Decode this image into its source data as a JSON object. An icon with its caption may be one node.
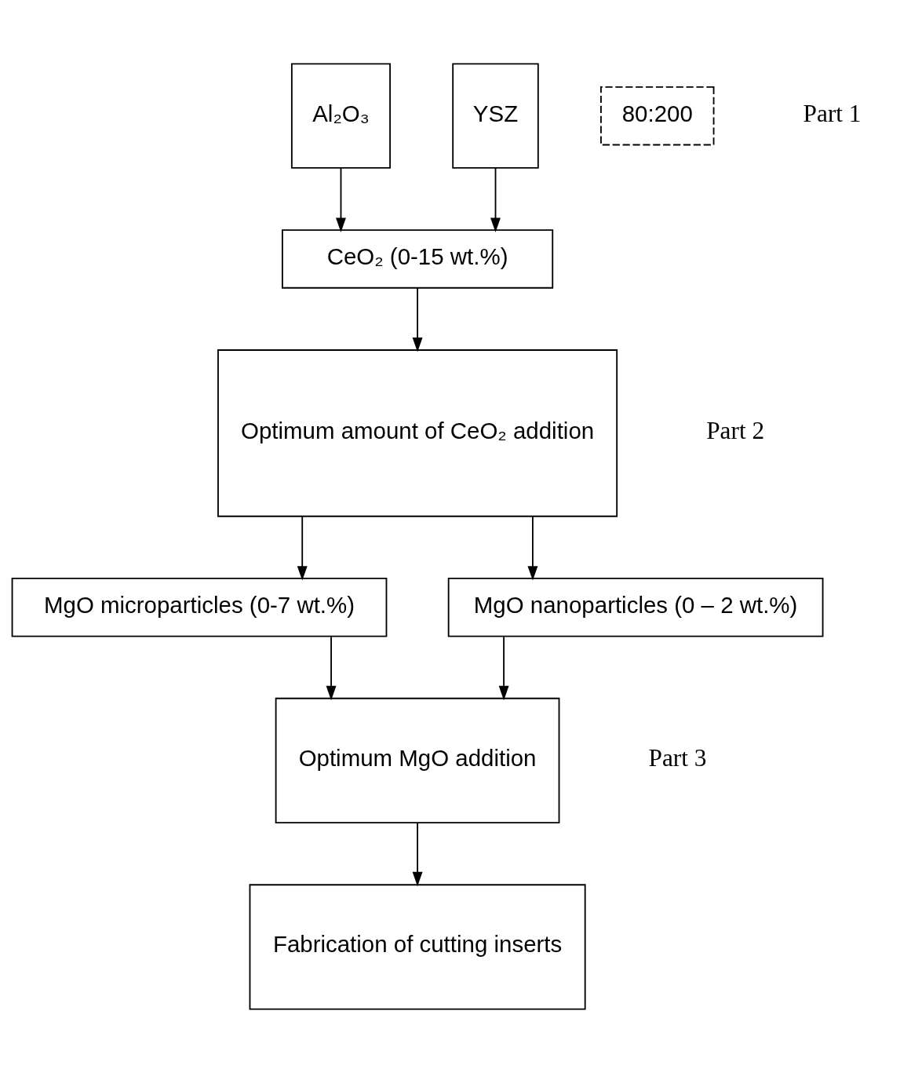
{
  "diagram": {
    "nodes": [
      {
        "text": [
          "Al₂O₃"
        ]
      },
      {
        "text": [
          "80:200"
        ]
      },
      {
        "text": [
          "YSZ"
        ]
      },
      {
        "text": [
          "CeO₂ (0-15 wt.%)"
        ]
      },
      {
        "text": [
          "Optimum amount of CeO₂ addition"
        ]
      },
      {
        "text": [
          "MgO microparticles (0-7 wt.%)"
        ]
      },
      {
        "text": [
          "MgO nanoparticles (0 – 2 wt.%)"
        ]
      },
      {
        "text": [
          "Optimum MgO addition"
        ]
      },
      {
        "text": [
          "Fabrication of cutting inserts"
        ]
      }
    ],
    "edges": [
      {
        "from": 0,
        "to": 3,
        "arrow": "to"
      },
      {
        "from": 2,
        "to": 3,
        "arrow": "to"
      },
      {
        "from": 3,
        "to": 4,
        "arrow": "to"
      },
      {
        "from": 4,
        "to": 5,
        "arrow": "to"
      },
      {
        "from": 4,
        "to": 6,
        "arrow": "to"
      },
      {
        "from": 5,
        "to": 7,
        "arrow": "to"
      },
      {
        "from": 6,
        "to": 7,
        "arrow": "to"
      },
      {
        "from": 7,
        "to": 8,
        "arrow": "to"
      }
    ],
    "labels": [
      "Part 1",
      "Part 2",
      "Part 3"
    ]
  }
}
